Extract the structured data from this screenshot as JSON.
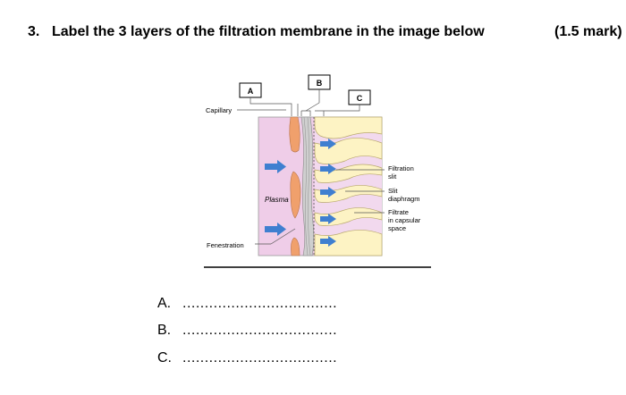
{
  "question": {
    "number": "3.",
    "text": "Label the 3 layers of the filtration membrane in the image below",
    "marks": "(1.5 mark)"
  },
  "diagram": {
    "callouts": [
      "A",
      "B",
      "C"
    ],
    "labels": {
      "capillary": "Capillary",
      "plasma": "Plasma",
      "fenestration": "Fenestration",
      "filtration_slit": [
        "Filtration",
        "slit"
      ],
      "slit_diaphragm": [
        "Slit",
        "diaphragm"
      ],
      "filtrate": [
        "Filtrate",
        "in capsular",
        "space"
      ]
    },
    "colors": {
      "plasma_bg": "#efcde8",
      "endothelium": "#f0a06c",
      "podocyte": "#fdf3c4",
      "basement_membrane": "#c8c8c8",
      "arrow": "#3f7fd0"
    }
  },
  "answers": [
    {
      "letter": "A.",
      "blank": "..................................."
    },
    {
      "letter": "B.",
      "blank": "..................................."
    },
    {
      "letter": "C.",
      "blank": "..................................."
    }
  ]
}
